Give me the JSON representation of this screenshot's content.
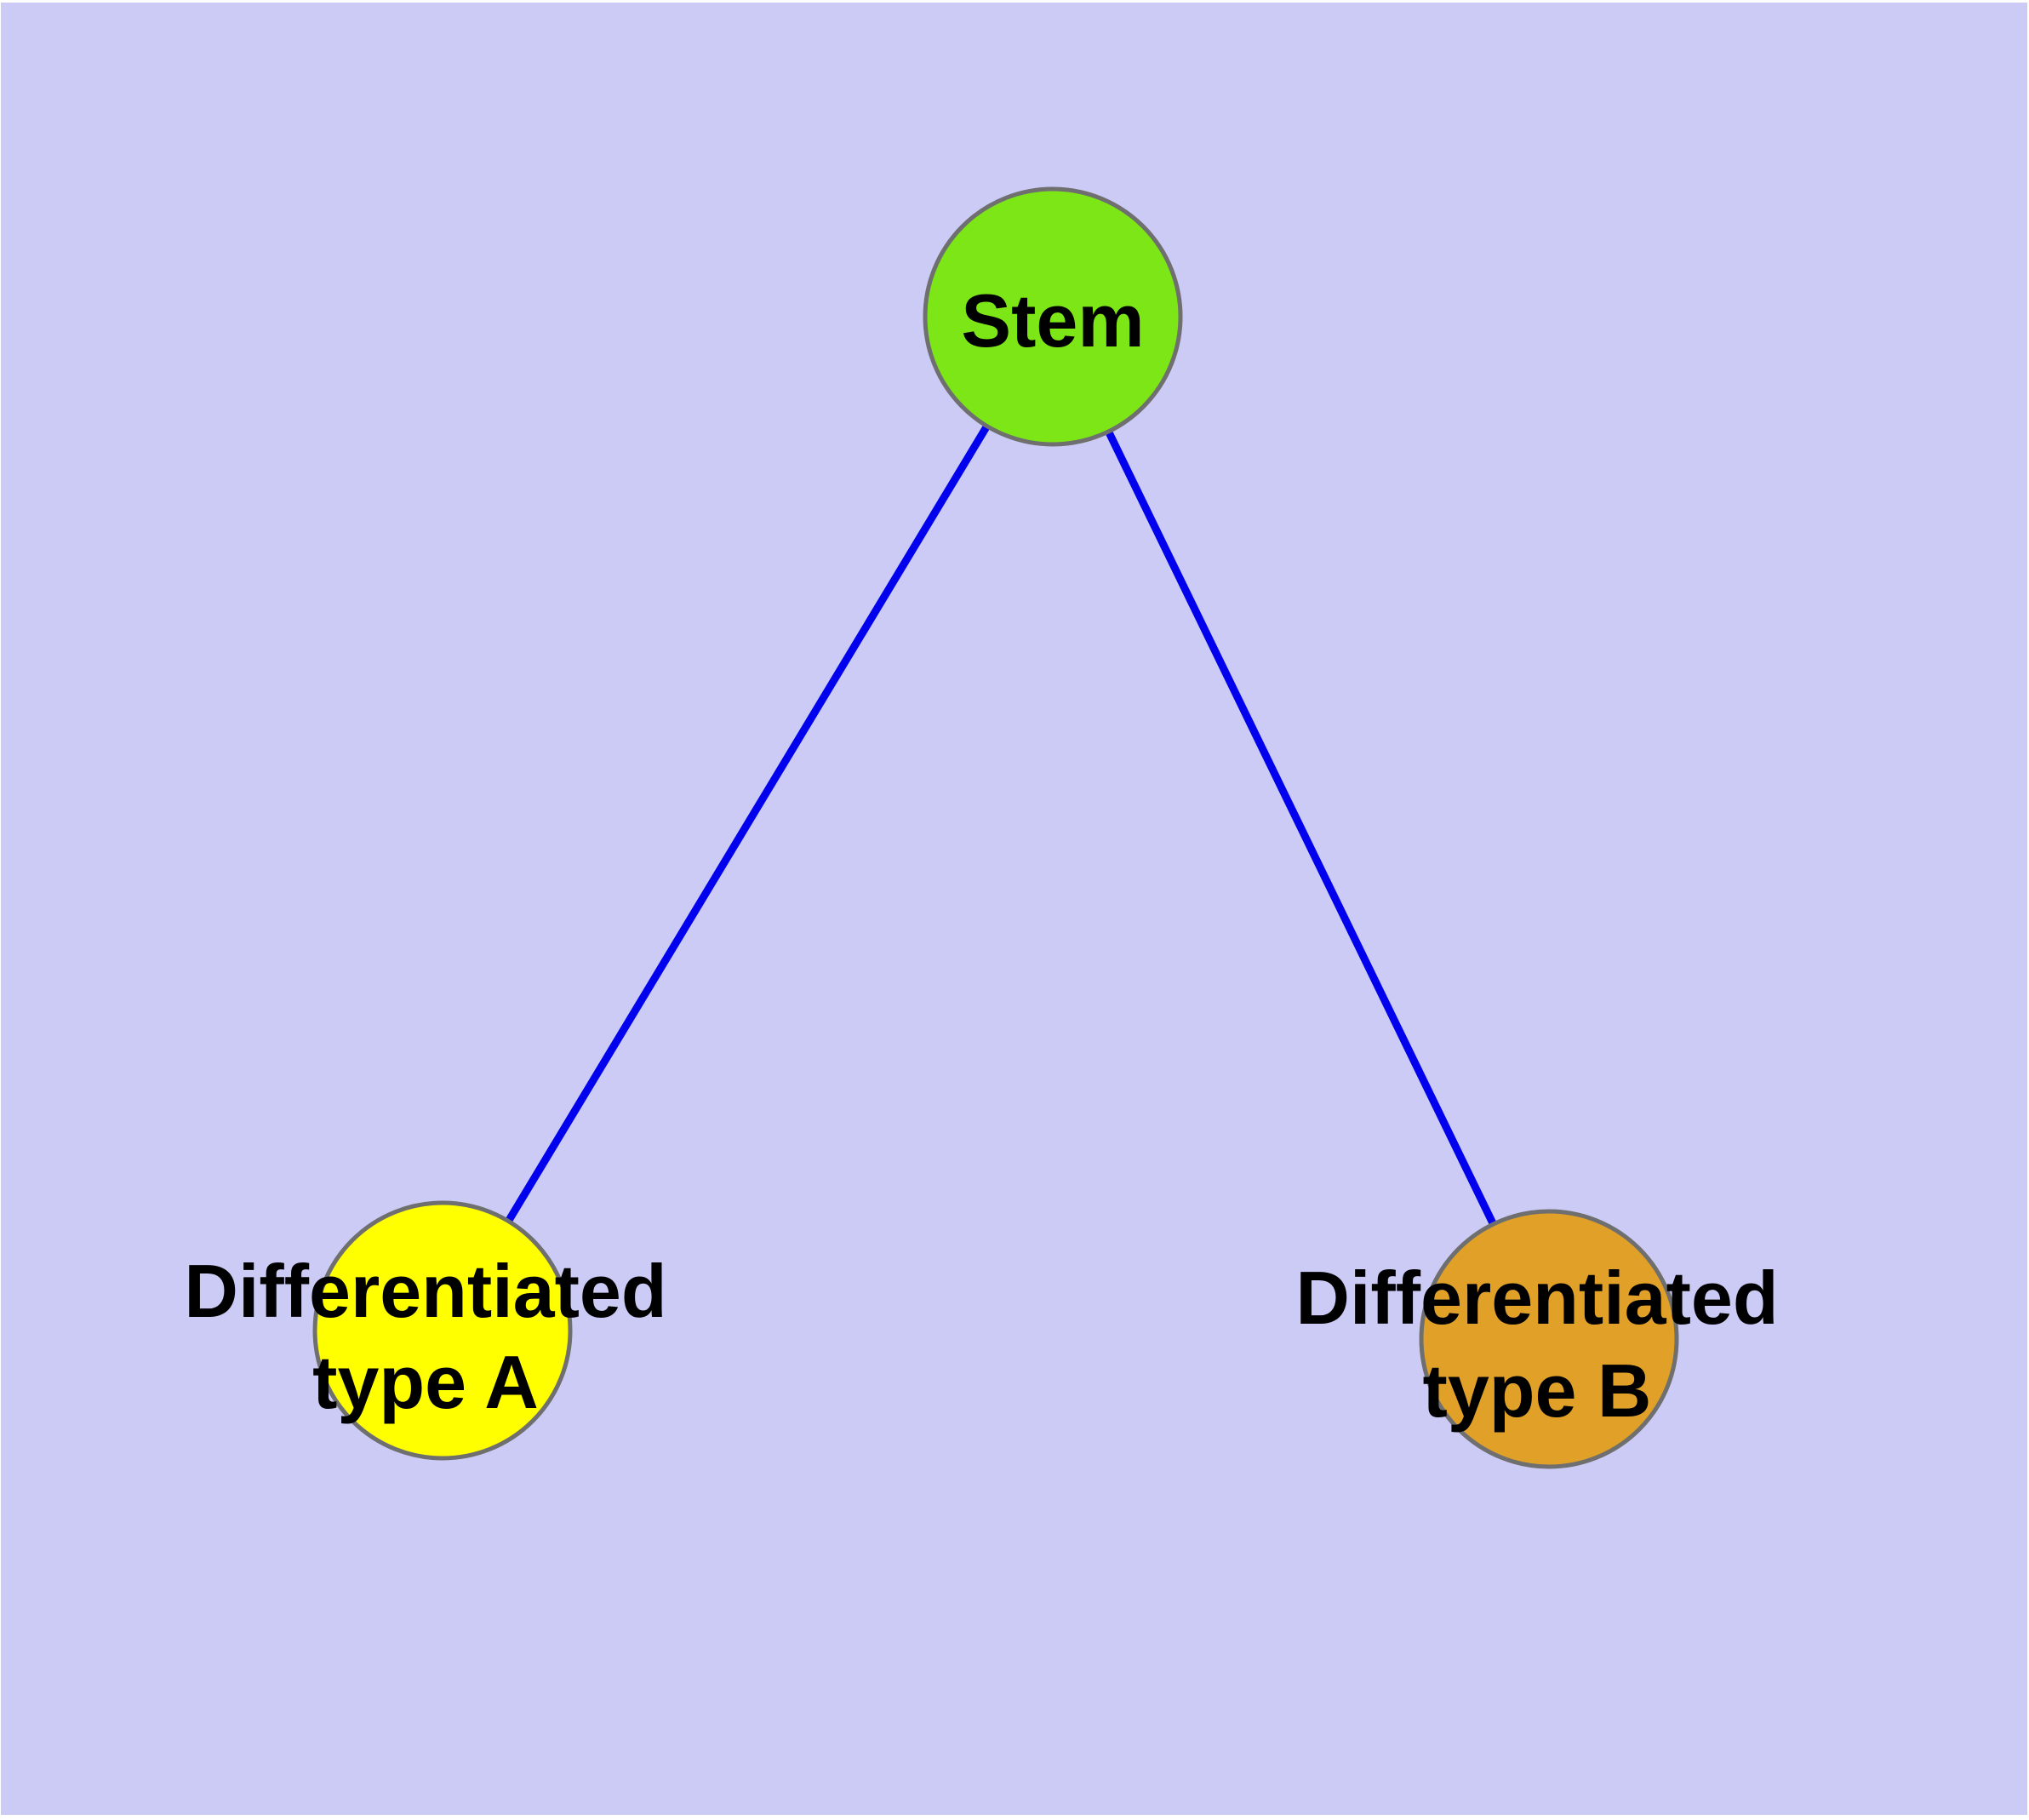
{
  "canvas": {
    "page_margin_color": "#ffffff",
    "background_color": "#cbcbf6"
  },
  "graph": {
    "edge_color": "#0101ee",
    "node_border_color": "#6f6f6f",
    "label_color": "#000000",
    "nodes": [
      {
        "id": "stem",
        "label": "Stem",
        "line1": "Stem",
        "line2": "",
        "color": "#7ce617"
      },
      {
        "id": "type-a",
        "label": "Differentiated type A",
        "line1": "Differentiated",
        "line2": "type A",
        "color": "#ffff00"
      },
      {
        "id": "type-b",
        "label": "Differentiated type B",
        "line1": "Differentiated",
        "line2": "type B",
        "color": "#e1a128"
      }
    ],
    "edges": [
      {
        "from": "stem",
        "to": "type-a"
      },
      {
        "from": "stem",
        "to": "type-b"
      }
    ]
  }
}
